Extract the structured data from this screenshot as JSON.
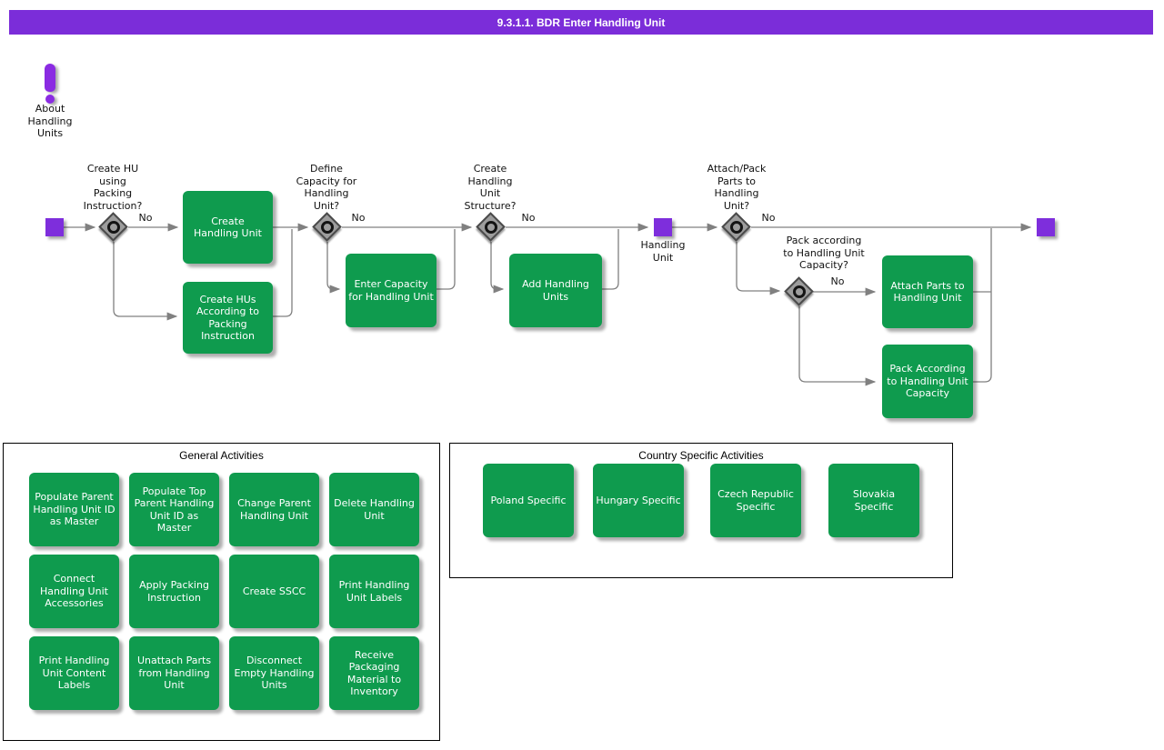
{
  "title_bar": {
    "label": "9.3.1.1. BDR Enter Handling Unit"
  },
  "about": {
    "label": "About\nHandling\nUnits"
  },
  "flow": {
    "milestone_label": "Handling\nUnit",
    "decisions": [
      {
        "question": "Create HU\nusing\nPacking\nInstruction?",
        "branch_label": "No"
      },
      {
        "question": "Define\nCapacity for\nHandling\nUnit?",
        "branch_label": "No"
      },
      {
        "question": "Create\nHandling\nUnit\nStructure?",
        "branch_label": "No"
      },
      {
        "question": "Attach/Pack\nParts to\nHandling\nUnit?",
        "branch_label": "No"
      },
      {
        "question": "Pack according\nto Handling Unit\nCapacity?",
        "branch_label": "No"
      }
    ],
    "activities": [
      "Create\nHandling Unit",
      "Create HUs\nAccording to\nPacking\nInstruction",
      "Enter Capacity\nfor Handling Unit",
      "Add Handling\nUnits",
      "Attach Parts to\nHandling Unit",
      "Pack According\nto Handling Unit\nCapacity"
    ]
  },
  "general": {
    "title": "General Activities",
    "items": [
      "Populate Parent\nHandling Unit ID\nas Master",
      "Populate Top\nParent Handling\nUnit ID as\nMaster",
      "Change Parent\nHandling Unit",
      "Delete Handling\nUnit",
      "Connect\nHandling Unit\nAccessories",
      "Apply Packing\nInstruction",
      "Create SSCC",
      "Print Handling\nUnit Labels",
      "Print Handling\nUnit Content\nLabels",
      "Unattach Parts\nfrom Handling\nUnit",
      "Disconnect\nEmpty Handling\nUnits",
      "Receive\nPackaging\nMaterial to\nInventory"
    ]
  },
  "country": {
    "title": "Country Specific Activities",
    "items": [
      "Poland Specific",
      "Hungary Specific",
      "Czech Republic\nSpecific",
      "Slovakia\nSpecific"
    ]
  },
  "colors": {
    "accent_purple": "#7e2edc",
    "activity_green": "#0f9b4e",
    "connector_gray": "#808080",
    "diamond_gray": "#9d9d9d"
  }
}
